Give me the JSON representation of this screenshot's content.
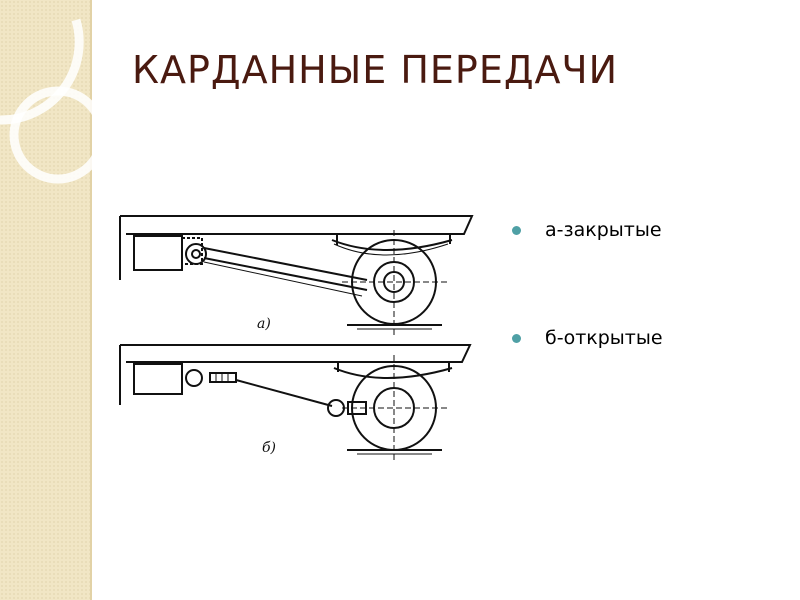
{
  "slide": {
    "title": "КАРДАННЫЕ ПЕРЕДАЧИ",
    "bullets": [
      {
        "text": "а-закрытые"
      },
      {
        "text": "б-открытые"
      }
    ]
  },
  "diagram": {
    "labels": {
      "a": "а)",
      "b": "б)"
    }
  },
  "colors": {
    "title": "#4a1a10",
    "bullet": "#4fa0a5",
    "side_band": "#f1e6c5"
  }
}
